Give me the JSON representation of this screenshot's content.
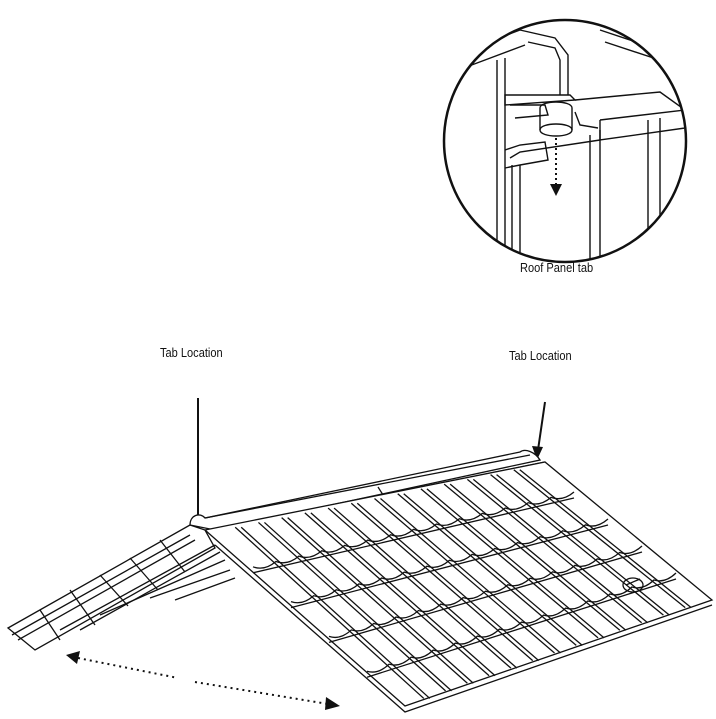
{
  "detail": {
    "caption": "Roof Panel tab"
  },
  "callouts": [
    {
      "label": "Tab Location"
    },
    {
      "label": "Tab Location"
    }
  ],
  "style": {
    "line_color": "#111111",
    "background": "#ffffff"
  }
}
